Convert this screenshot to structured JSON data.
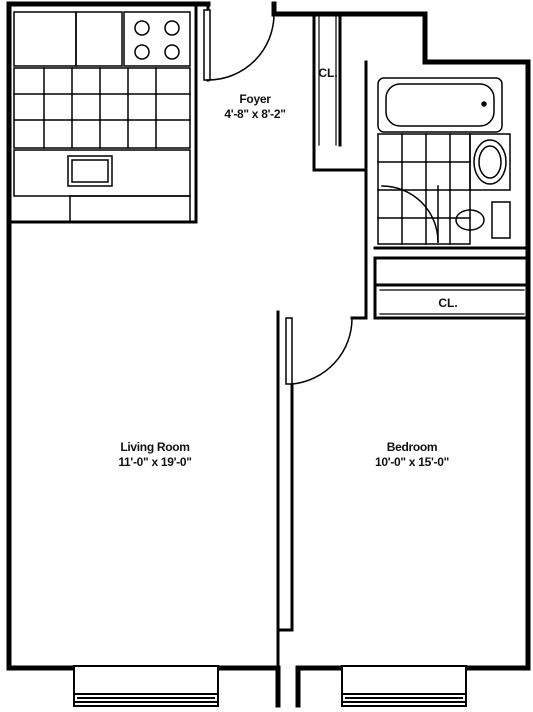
{
  "floor_plan": {
    "foyer": {
      "name": "Foyer",
      "dimensions": "4'-8\" x 8'-2\""
    },
    "living_room": {
      "name": "Living Room",
      "dimensions": "11'-0\" x 19'-0\""
    },
    "bedroom": {
      "name": "Bedroom",
      "dimensions": "10'-0\" x 15'-0\""
    },
    "closet_foyer": {
      "label": "CL."
    },
    "closet_bedroom": {
      "label": "CL."
    }
  }
}
